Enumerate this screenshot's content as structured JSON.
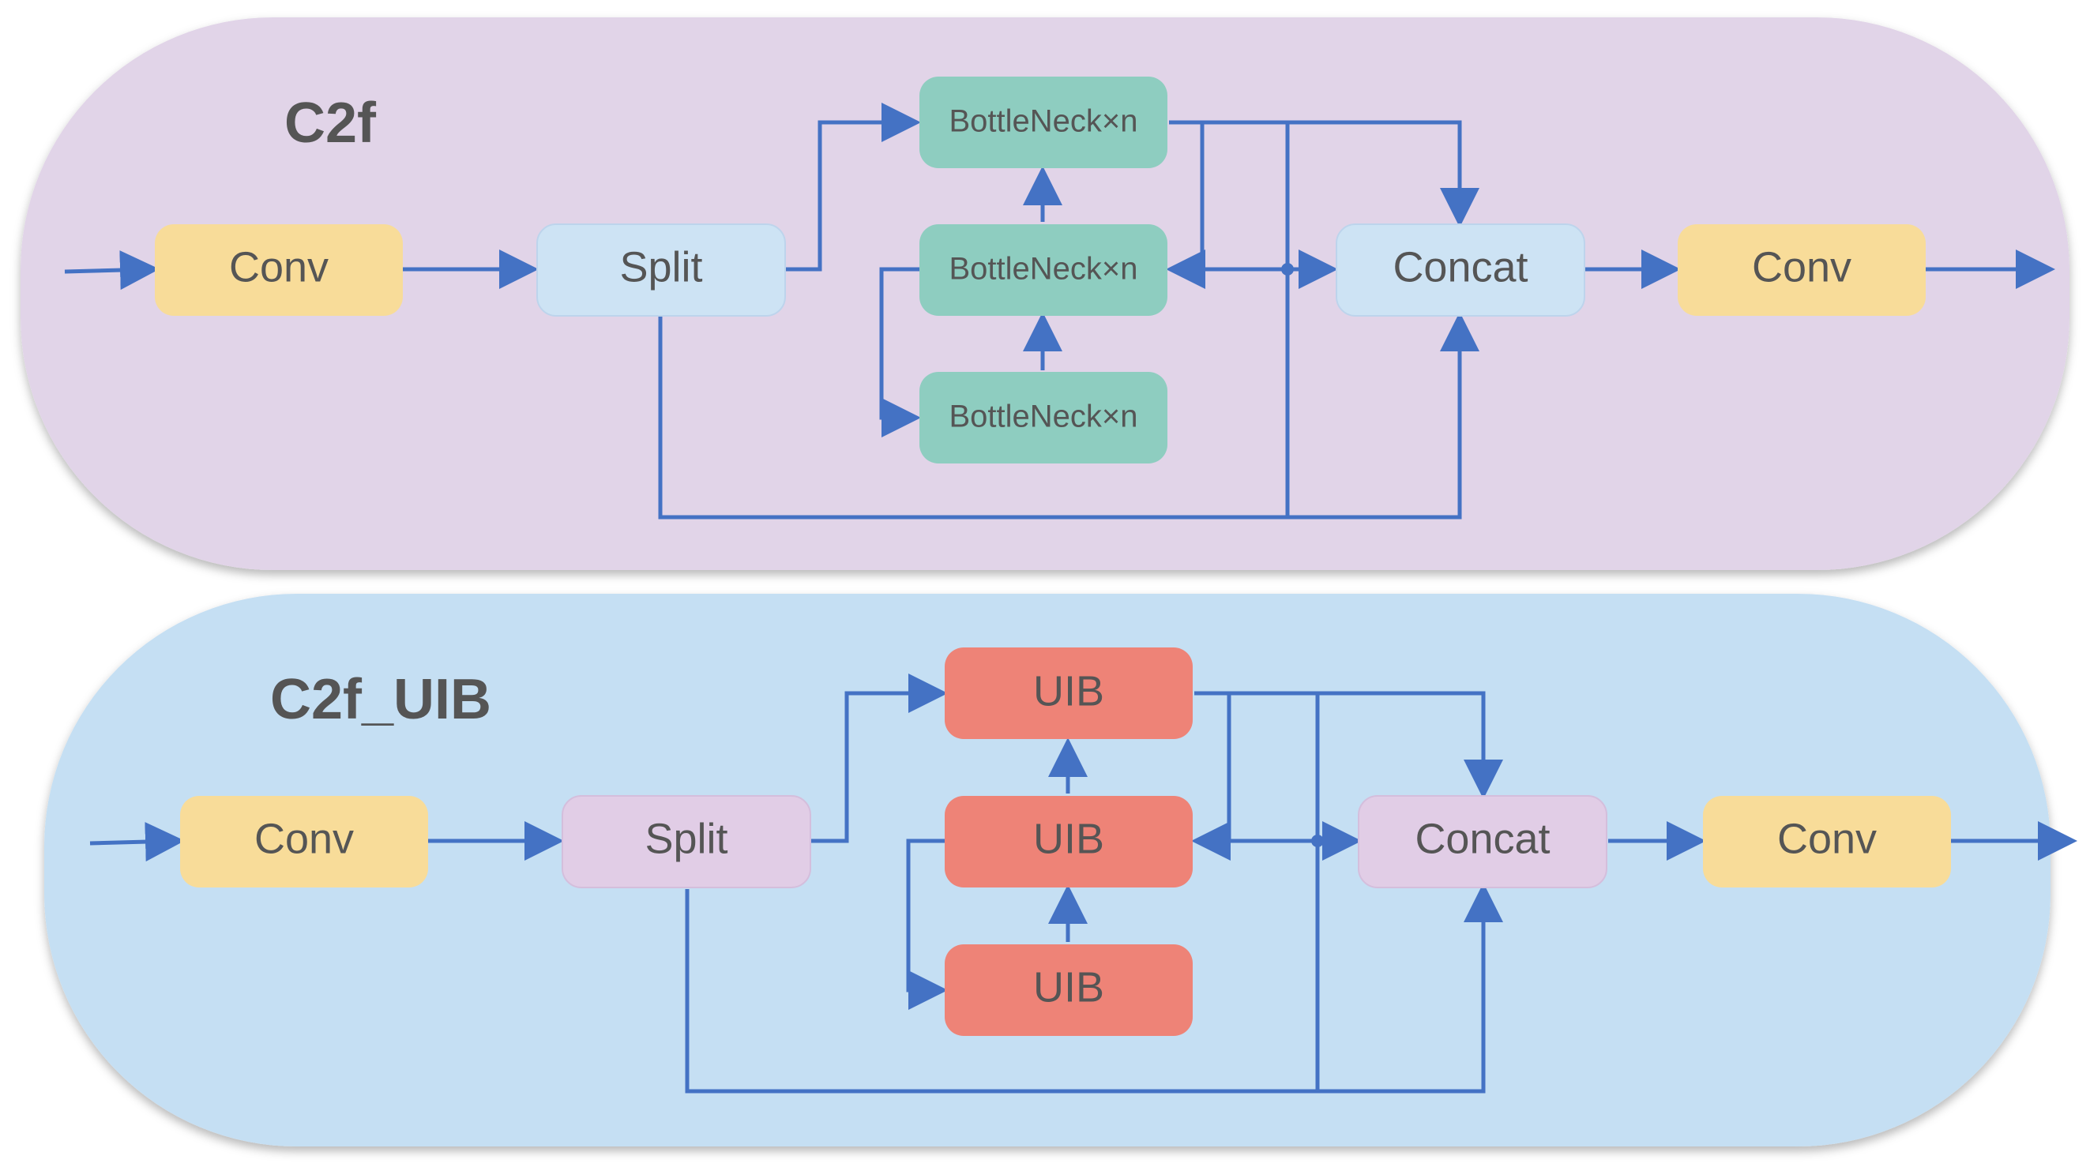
{
  "colors": {
    "wire": "#4472C4",
    "panel_top": "#E1D4E8",
    "panel_bottom": "#C5DFF3",
    "conv": "#F8DC99",
    "split_concat_top": "#CDE3F4",
    "split_concat_bottom": "#E1CDE6",
    "bottleneck": "#8ECDC0",
    "uib": "#EE8377",
    "text": "#555555"
  },
  "panels": [
    {
      "title": "C2f",
      "conv_in": "Conv",
      "split": "Split",
      "blocks": [
        "BottleNeck×n",
        "BottleNeck×n",
        "BottleNeck×n"
      ],
      "concat": "Concat",
      "conv_out": "Conv"
    },
    {
      "title": "C2f_UIB",
      "conv_in": "Conv",
      "split": "Split",
      "blocks": [
        "UIB",
        "UIB",
        "UIB"
      ],
      "concat": "Concat",
      "conv_out": "Conv"
    }
  ]
}
